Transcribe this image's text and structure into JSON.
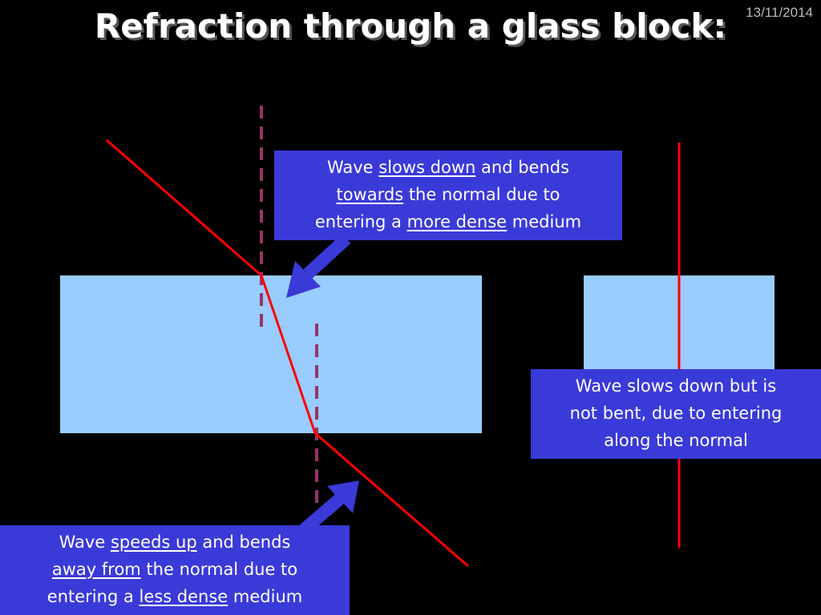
{
  "slide": {
    "title": "Refraction through a glass block:",
    "date": "13/11/2014"
  },
  "callouts": {
    "entering": {
      "line1": {
        "w1": "Wave ",
        "u1": "slows down",
        "w2": " and bends"
      },
      "line2": {
        "u1": "towards",
        "w1": " the normal due to"
      },
      "line3": {
        "w1": "entering a ",
        "u1": "more dense",
        "w2": " medium"
      }
    },
    "normal": {
      "line1": "Wave slows down but is",
      "line2": "not bent, due to entering",
      "line3": "along the normal"
    },
    "exiting": {
      "line1": {
        "w1": "Wave ",
        "u1": "speeds up",
        "w2": " and bends"
      },
      "line2": {
        "u1": "away from",
        "w1": " the normal due to"
      },
      "line3": {
        "w1": "entering a ",
        "u1": "less dense",
        "w2": " medium"
      }
    }
  },
  "colors": {
    "background": "#000000",
    "glass": "#99ccff",
    "ray": "#ff0000",
    "normal_line": "#993366",
    "callout": "#3a3ad8",
    "arrow": "#3a3ad8",
    "text": "#ffffff"
  }
}
